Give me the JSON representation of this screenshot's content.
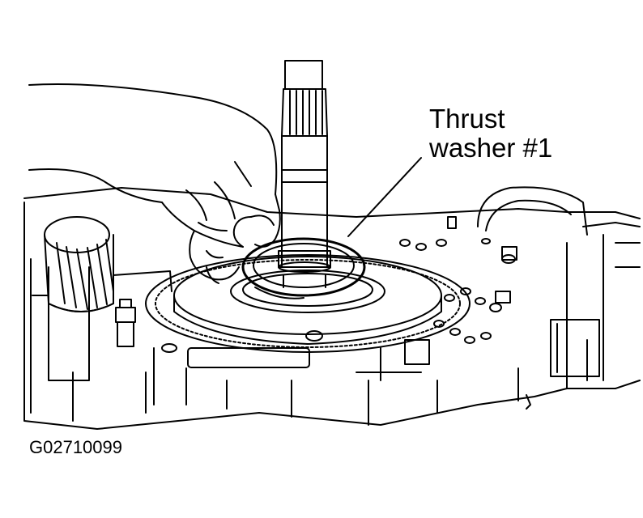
{
  "callout": {
    "line1": "Thrust",
    "line2": "washer #1"
  },
  "figure_code": "G02710099",
  "colors": {
    "ink": "#000000",
    "paper": "#ffffff"
  }
}
